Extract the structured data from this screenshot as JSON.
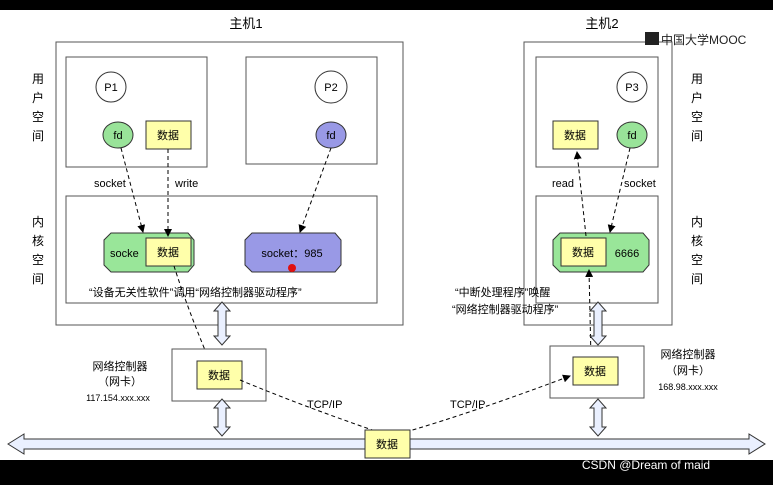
{
  "host1": {
    "title": "主机1",
    "user_space_label": [
      "用",
      "户",
      "空",
      "间"
    ],
    "kernel_space_label": [
      "内",
      "核",
      "空",
      "间"
    ]
  },
  "host2": {
    "title": "主机2",
    "user_space_label": [
      "用",
      "户",
      "空",
      "间"
    ],
    "kernel_space_label": [
      "内",
      "核",
      "空",
      "间"
    ]
  },
  "watermark": {
    "brand": "中国大学MOOC",
    "credit": "CSDN @Dream of maid"
  },
  "processes": {
    "p1": "P1",
    "p2": "P2",
    "p3": "P3"
  },
  "fd_label": "fd",
  "data_label": "数据",
  "socket_label": "socket",
  "write_label": "write",
  "read_label": "read",
  "sockets": {
    "s1": "socke",
    "s2": "socket：985",
    "s3": "6666"
  },
  "notes": {
    "host1_kernel": "“设备无关性软件”调用“网络控制器驱动程序”",
    "host2_kernel_line1": "“中断处理程序”唤醒",
    "host2_kernel_line2": "“网络控制器驱动程序”"
  },
  "nic1": {
    "title": "网络控制器",
    "subtitle": "（网卡）",
    "ip": "117.154.xxx.xxx"
  },
  "nic2": {
    "title": "网络控制器",
    "subtitle": "（网卡）",
    "ip": "168.98.xxx.xxx"
  },
  "tcpip": [
    "TCP/IP",
    "TCP/IP"
  ],
  "colors": {
    "fd_green": "#99e399",
    "fd_purple": "#9999e6",
    "data_yellow": "#ffffaa",
    "socket_green": "#99e699",
    "socket_purple": "#9999e6",
    "red_dot": "#e01010",
    "arrow_fill": "#eaf0ff"
  }
}
